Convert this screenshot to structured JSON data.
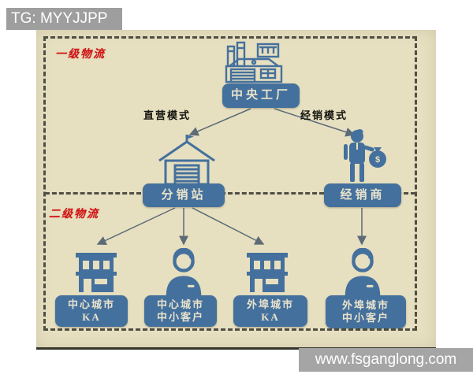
{
  "watermark_top": {
    "text": "TG: MYYJJPP"
  },
  "watermark_bottom": {
    "text": "www.fsganglong.com"
  },
  "diagram": {
    "sections": {
      "level1_label": "一级物流",
      "level2_label": "二级物流"
    },
    "edges": {
      "direct_mode_label": "直营模式",
      "dealer_mode_label": "经销模式"
    },
    "nodes": {
      "factory": {
        "label": "中央工厂",
        "icon": "factory-icon"
      },
      "distribution_station": {
        "label": "分销站",
        "icon": "warehouse-icon"
      },
      "dealer": {
        "label": "经销商",
        "icon": "dealer-with-moneybag-icon"
      },
      "central_city_ka": {
        "line1": "中心城市",
        "line2": "KA",
        "icon": "storefront-icon"
      },
      "central_city_sme": {
        "line1": "中心城市",
        "line2": "中小客户",
        "icon": "customer-icon"
      },
      "outer_city_ka": {
        "line1": "外埠城市",
        "line2": "KA",
        "icon": "storefront-icon"
      },
      "outer_city_sme": {
        "line1": "外埠城市",
        "line2": "中小客户",
        "icon": "customer-icon"
      }
    }
  },
  "colors": {
    "panel_bg": "#e6dfc0",
    "node_fill": "#44709d",
    "node_text": "#e9e3cc",
    "section_label_red": "#cf1414",
    "dash_gray": "#4f4e44",
    "arrow_gray": "#5d6b76",
    "watermark_bg": "#9e9e9e"
  }
}
